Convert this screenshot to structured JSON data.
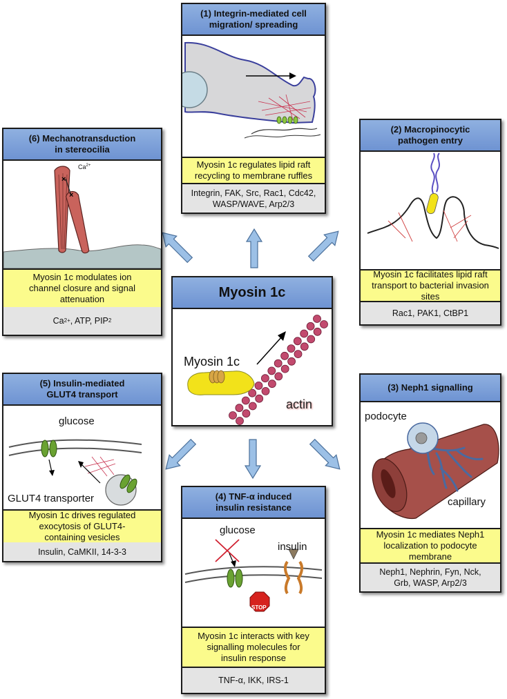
{
  "center": {
    "title": "Myosin 1c",
    "myosin_label": "Myosin 1c",
    "actin_label": "actin"
  },
  "panels": [
    {
      "id": "1",
      "title": "(1) Integrin-mediated cell\nmigration/ spreading",
      "function": "Myosin 1c regulates lipid raft\nrecycling to membrane ruffles",
      "molecules": "Integrin, FAK, Src, Rac1, Cdc42,\nWASP/WAVE, Arp2/3"
    },
    {
      "id": "2",
      "title": "(2) Macropinocytic\npathogen entry",
      "function": "Myosin 1c facilitates lipid raft\ntransport to bacterial invasion\nsites",
      "molecules": "Rac1, PAK1, CtBP1"
    },
    {
      "id": "3",
      "title": "(3) Neph1 signalling",
      "function": "Myosin 1c mediates Neph1\nlocalization to podocyte\nmembrane",
      "molecules": "Neph1, Nephrin, Fyn, Nck,\nGrb, WASP, Arp2/3",
      "labels": {
        "podocyte": "podocyte",
        "capillary": "capillary"
      }
    },
    {
      "id": "4",
      "title": "(4) TNF-α induced\ninsulin resistance",
      "function": "Myosin 1c interacts with key\nsignalling molecules for\ninsulin response",
      "molecules": "TNF-α, IKK, IRS-1",
      "labels": {
        "glucose": "glucose",
        "insulin": "insulin",
        "stop": "STOP"
      }
    },
    {
      "id": "5",
      "title": "(5) Insulin-mediated\nGLUT4 transport",
      "function": "Myosin 1c drives regulated\nexocytosis of  GLUT4-\ncontaining vesicles",
      "molecules": "Insulin, CaMKII, 14-3-3",
      "labels": {
        "glucose": "glucose",
        "transporter": "GLUT4 transporter"
      }
    },
    {
      "id": "6",
      "title": "(6) Mechanotransduction\nin stereocilia",
      "function": "Myosin 1c modulates ion\nchannel closure and signal\nattenuation",
      "molecules": {
        "ca": "Ca",
        "ca_sup": "2+",
        "rest": ", ATP, PIP",
        "pip_sub": "2"
      },
      "labels": {
        "ca": "Ca",
        "ca_sup": "2+"
      }
    }
  ],
  "colors": {
    "header": "#7a9cd8",
    "function_box": "#fbfb8c",
    "molecules_box": "#e4e4e4",
    "arrow": "#9cc0e6",
    "myosin": "#f2e21a",
    "actin": "#c24a6e"
  }
}
